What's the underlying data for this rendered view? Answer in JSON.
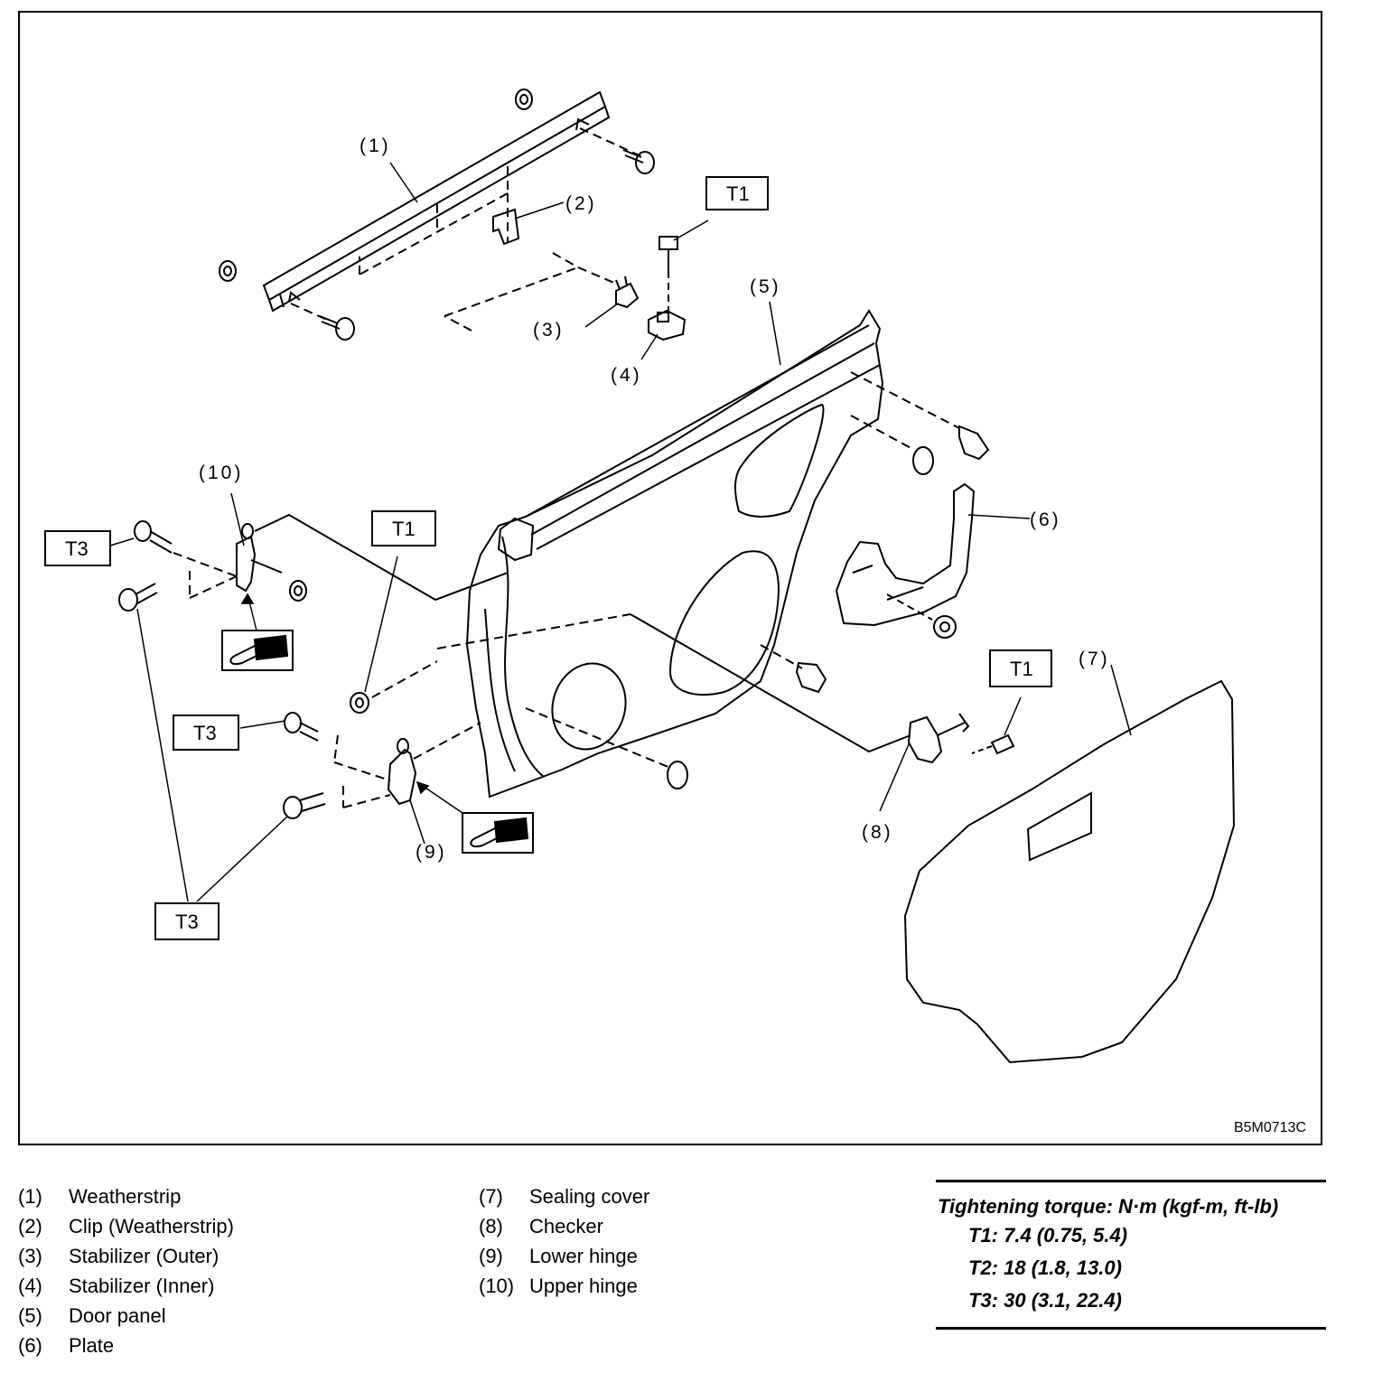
{
  "figure": {
    "code": "B5M0713C",
    "callouts": {
      "c1": "(1)",
      "c2": "(2)",
      "c3": "(3)",
      "c4": "(4)",
      "c5": "(5)",
      "c6": "(6)",
      "c7": "(7)",
      "c8": "(8)",
      "c9": "(9)",
      "c10": "(10)"
    },
    "torque_boxes": {
      "t1_top": "T1",
      "t1_mid": "T1",
      "t1_right": "T1",
      "t3_upper": "T3",
      "t3_middle": "T3",
      "t3_bottom": "T3"
    },
    "grease_icon": "grease-application-icon"
  },
  "legend": {
    "left": [
      {
        "num": "(1)",
        "label": "Weatherstrip"
      },
      {
        "num": "(2)",
        "label": "Clip (Weatherstrip)"
      },
      {
        "num": "(3)",
        "label": "Stabilizer (Outer)"
      },
      {
        "num": "(4)",
        "label": "Stabilizer (Inner)"
      },
      {
        "num": "(5)",
        "label": "Door panel"
      },
      {
        "num": "(6)",
        "label": "Plate"
      }
    ],
    "right": [
      {
        "num": "(7)",
        "label": "Sealing cover"
      },
      {
        "num": "(8)",
        "label": "Checker"
      },
      {
        "num": "(9)",
        "label": "Lower hinge"
      },
      {
        "num": "(10)",
        "label": "Upper hinge"
      }
    ]
  },
  "torque": {
    "title": "Tightening torque: N·m (kgf-m, ft-lb)",
    "rows": [
      "T1: 7.4 (0.75, 5.4)",
      "T2: 18 (1.8, 13.0)",
      "T3: 30 (3.1, 22.4)"
    ]
  }
}
